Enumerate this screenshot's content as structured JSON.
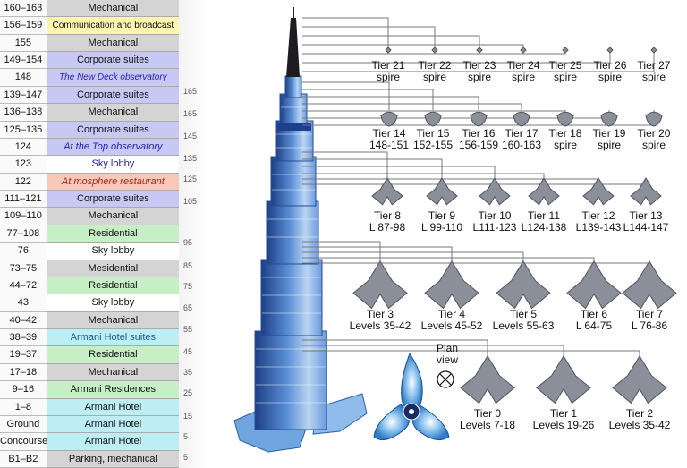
{
  "floors": [
    {
      "levels": "160–163",
      "function": "Mechanical",
      "color": "#d4d4d4",
      "italic": false
    },
    {
      "levels": "156–159",
      "function": "Communication and broadcast",
      "color": "#fdf6b0",
      "italic": false
    },
    {
      "levels": "155",
      "function": "Mechanical",
      "color": "#d4d4d4",
      "italic": false
    },
    {
      "levels": "149–154",
      "function": "Corporate suites",
      "color": "#c8c8f4",
      "italic": false
    },
    {
      "levels": "148",
      "function": "The New Deck observatory",
      "color": "#c8c8f4",
      "italic": true,
      "text_color": "#2222aa"
    },
    {
      "levels": "139–147",
      "function": "Corporate suites",
      "color": "#c8c8f4",
      "italic": false
    },
    {
      "levels": "136–138",
      "function": "Mechanical",
      "color": "#d4d4d4",
      "italic": false
    },
    {
      "levels": "125–135",
      "function": "Corporate suites",
      "color": "#c8c8f4",
      "italic": false
    },
    {
      "levels": "124",
      "function": "At the Top observatory",
      "color": "#c8c8f4",
      "italic": true,
      "text_color": "#2222aa"
    },
    {
      "levels": "123",
      "function": "Sky lobby",
      "color": "#ffffff",
      "italic": false,
      "text_color": "#2222aa"
    },
    {
      "levels": "122",
      "function": "At.mosphere restaurant",
      "color": "#f8c8b8",
      "italic": true,
      "text_color": "#aa2222"
    },
    {
      "levels": "111–121",
      "function": "Corporate suites",
      "color": "#c8c8f4",
      "italic": false
    },
    {
      "levels": "109–110",
      "function": "Mechanical",
      "color": "#d4d4d4",
      "italic": false
    },
    {
      "levels": "77–108",
      "function": "Residential",
      "color": "#c6efc6",
      "italic": false
    },
    {
      "levels": "76",
      "function": "Sky lobby",
      "color": "#ffffff",
      "italic": false
    },
    {
      "levels": "73–75",
      "function": "Mesidential",
      "color": "#d4d4d4",
      "italic": false
    },
    {
      "levels": "44–72",
      "function": "Residential",
      "color": "#c6efc6",
      "italic": false
    },
    {
      "levels": "43",
      "function": "Sky lobby",
      "color": "#ffffff",
      "italic": false
    },
    {
      "levels": "40–42",
      "function": "Mechanical",
      "color": "#d4d4d4",
      "italic": false
    },
    {
      "levels": "38–39",
      "function": "Armani Hotel suites",
      "color": "#bdeef4",
      "italic": false,
      "text_color": "#1a5a8a"
    },
    {
      "levels": "19–37",
      "function": "Residential",
      "color": "#c6efc6",
      "italic": false
    },
    {
      "levels": "17–18",
      "function": "Mechanical",
      "color": "#d4d4d4",
      "italic": false
    },
    {
      "levels": "9–16",
      "function": "Armani Residences",
      "color": "#c6efc6",
      "italic": false
    },
    {
      "levels": "1–8",
      "function": "Armani Hotel",
      "color": "#bdeef4",
      "italic": false
    },
    {
      "levels": "Ground",
      "function": "Armani Hotel",
      "color": "#bdeef4",
      "italic": false
    },
    {
      "levels": "Concourse",
      "function": "Armani Hotel",
      "color": "#bdeef4",
      "italic": false
    },
    {
      "levels": "B1–B2",
      "function": "Parking, mechanical",
      "color": "#d4d4d4",
      "italic": false
    }
  ],
  "scale_numbers": [
    "165",
    "165",
    "145",
    "135",
    "125",
    "105",
    "95",
    "85",
    "75",
    "65",
    "55",
    "45",
    "35",
    "25",
    "15",
    "5",
    "5"
  ],
  "plan_view": {
    "line1": "Plan",
    "line2": "view"
  },
  "tiers": [
    {
      "name": "Tier 21",
      "range": "spire"
    },
    {
      "name": "Tier 22",
      "range": "spire"
    },
    {
      "name": "Tier 23",
      "range": "spire"
    },
    {
      "name": "Tier 24",
      "range": "spire"
    },
    {
      "name": "Tier 25",
      "range": "spire"
    },
    {
      "name": "Tier 26",
      "range": "spire"
    },
    {
      "name": "Tier 27",
      "range": "spire"
    },
    {
      "name": "Tier 14",
      "range": "148-151"
    },
    {
      "name": "Tier 15",
      "range": "152-155"
    },
    {
      "name": "Tier 16",
      "range": "156-159"
    },
    {
      "name": "Tier 17",
      "range": "160-163"
    },
    {
      "name": "Tier 18",
      "range": "spire"
    },
    {
      "name": "Tier 19",
      "range": "spire"
    },
    {
      "name": "Tier 20",
      "range": "spire"
    },
    {
      "name": "Tier 8",
      "range": "L 87-98"
    },
    {
      "name": "Tier 9",
      "range": "L 99-110"
    },
    {
      "name": "Tier 10",
      "range": "L111-123"
    },
    {
      "name": "Tier 11",
      "range": "L124-138"
    },
    {
      "name": "Tier 12",
      "range": "L139-143"
    },
    {
      "name": "Tier 13",
      "range": "L144-147"
    },
    {
      "name": "Tier 3",
      "range": "Levels 35-42"
    },
    {
      "name": "Tier 4",
      "range": "Levels 45-52"
    },
    {
      "name": "Tier 5",
      "range": "Levels 55-63"
    },
    {
      "name": "Tier 6",
      "range": "L 64-75"
    },
    {
      "name": "Tier 7",
      "range": "L 76-86"
    },
    {
      "name": "Tier 0",
      "range": "Levels 7-18"
    },
    {
      "name": "Tier 1",
      "range": "Levels 19-26"
    },
    {
      "name": "Tier 2",
      "range": "Levels 35-42"
    }
  ]
}
